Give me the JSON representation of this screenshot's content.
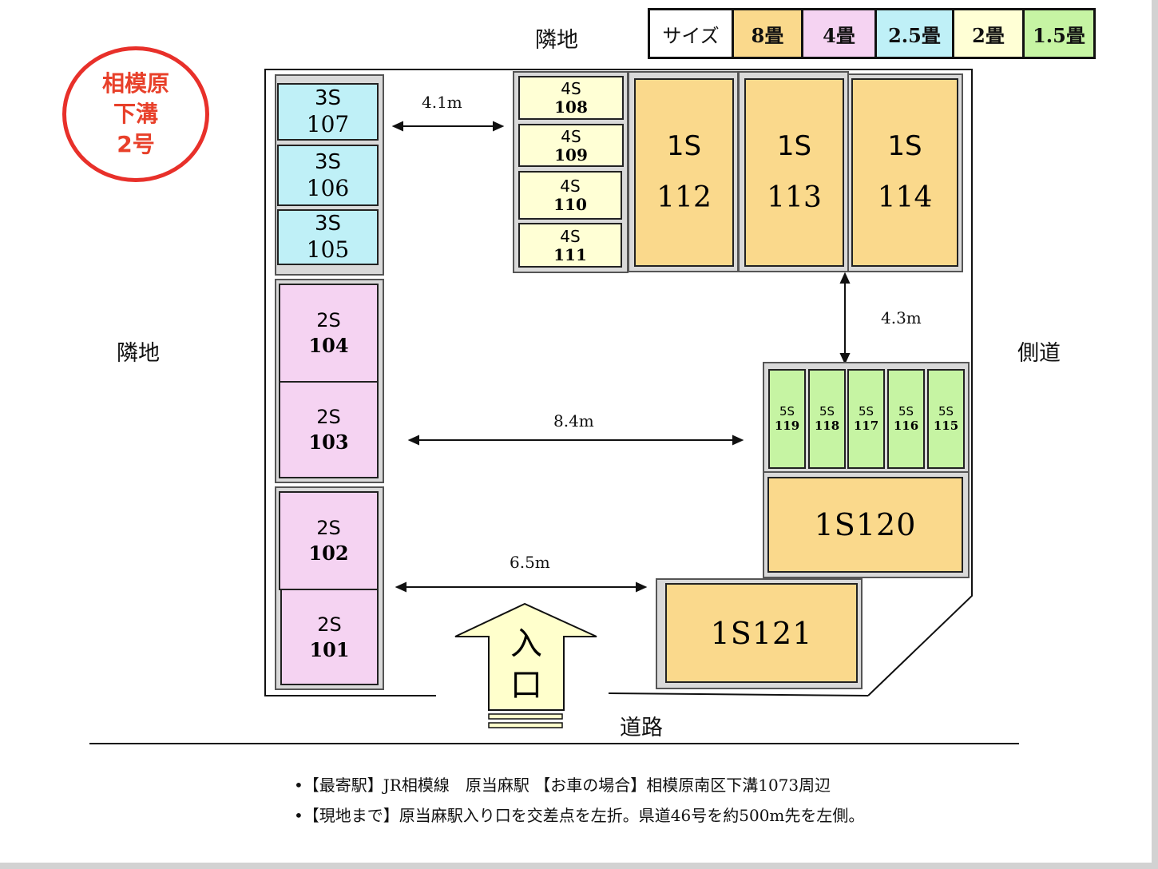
{
  "legend": {
    "header": "サイズ",
    "sizes": [
      {
        "label": "8畳",
        "color": "#fad98c"
      },
      {
        "label": "4畳",
        "color": "#f5d3f2"
      },
      {
        "label": "2.5畳",
        "color": "#bff0f7"
      },
      {
        "label": "2畳",
        "color": "#ffffd5"
      },
      {
        "label": "1.5畳",
        "color": "#c6f4a3"
      }
    ]
  },
  "site_name": [
    "相模原",
    "下溝",
    "2号"
  ],
  "labels": {
    "neighbor_top": "隣地",
    "neighbor_left": "隣地",
    "side_road": "側道",
    "road": "道路",
    "entrance": [
      "入",
      "口"
    ]
  },
  "dimensions": {
    "d1": "4.1m",
    "d2": "4.3m",
    "d3": "8.4m",
    "d4": "6.5m"
  },
  "units": {
    "u107": {
      "size": "3S",
      "number": "107"
    },
    "u106": {
      "size": "3S",
      "number": "106"
    },
    "u105": {
      "size": "3S",
      "number": "105"
    },
    "u104": {
      "size": "2S",
      "number": "104"
    },
    "u103": {
      "size": "2S",
      "number": "103"
    },
    "u102": {
      "size": "2S",
      "number": "102"
    },
    "u101": {
      "size": "2S",
      "number": "101"
    },
    "u108": {
      "size": "4S",
      "number": "108"
    },
    "u109": {
      "size": "4S",
      "number": "109"
    },
    "u110": {
      "size": "4S",
      "number": "110"
    },
    "u111": {
      "size": "4S",
      "number": "111"
    },
    "u112": {
      "size": "1S",
      "number": "112"
    },
    "u113": {
      "size": "1S",
      "number": "113"
    },
    "u114": {
      "size": "1S",
      "number": "114"
    },
    "u119": {
      "size": "5S",
      "number": "119"
    },
    "u118": {
      "size": "5S",
      "number": "118"
    },
    "u117": {
      "size": "5S",
      "number": "117"
    },
    "u116": {
      "size": "5S",
      "number": "116"
    },
    "u115": {
      "size": "5S",
      "number": "115"
    },
    "u120": {
      "label": "1S120"
    },
    "u121": {
      "label": "1S121"
    }
  },
  "notes": [
    "•【最寄駅】JR相模線　原当麻駅 【お車の場合】相模原南区下溝1073周辺",
    "•【現地まで】原当麻駅入り口を交差点を左折。県道46号を約500m先を左側。"
  ]
}
